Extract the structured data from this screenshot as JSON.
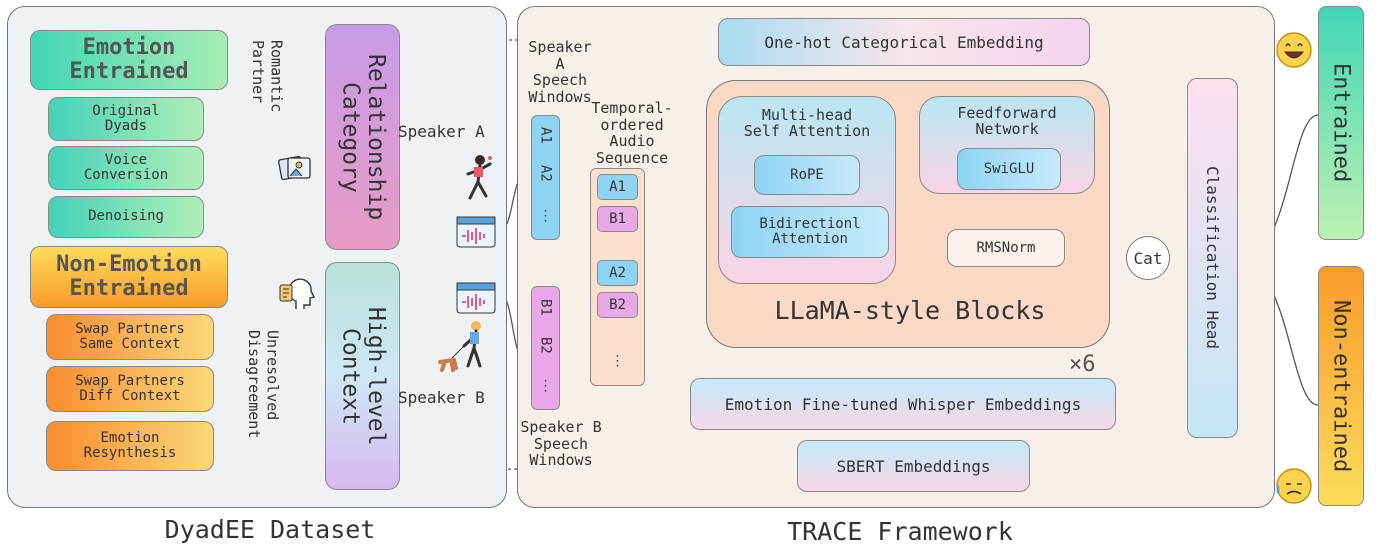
{
  "dataset": {
    "title": "DyadEE Dataset",
    "emotion_entrained": "Emotion\nEntrained",
    "entrained_items": [
      "Original\nDyads",
      "Voice\nConversion",
      "Denoising"
    ],
    "non_emotion_entrained": "Non-Emotion\nEntrained",
    "non_entrained_items": [
      "Swap Partners\nSame Context",
      "Swap Partners\nDiff Context",
      "Emotion\nResynthesis"
    ],
    "romantic_partner": "Romantic\nPartner",
    "unresolved_disagreement": "Unresolved\nDisagreement",
    "relationship_category": "Relationship\nCategory",
    "high_level_context": "High-level\nContext",
    "speaker_a": "Speaker A",
    "speaker_b": "Speaker B"
  },
  "framework": {
    "title": "TRACE Framework",
    "one_hot": "One-hot Categorical Embedding",
    "speaker_a_windows": "Speaker A\nSpeech\nWindows",
    "speaker_b_windows": "Speaker B\nSpeech\nWindows",
    "temporal_sequence": "Temporal-\nordered\nAudio\nSequence",
    "a_windows": [
      "A1",
      "A2",
      "⋮"
    ],
    "b_windows": [
      "B1",
      "B2",
      "⋮"
    ],
    "sequence": [
      "A1",
      "B1",
      "A2",
      "B2",
      "⋮"
    ],
    "mhsa": "Multi-head\nSelf Attention",
    "rope": "RoPE",
    "bidir": "Bidirectionl\nAttention",
    "ffn": "Feedforward\nNetwork",
    "swiglu": "SwiGLU",
    "rmsnorm": "RMSNorm",
    "llama_blocks": "LLaMA-style Blocks",
    "repeat": "×6",
    "whisper": "Emotion Fine-tuned Whisper Embeddings",
    "sbert": "SBERT Embeddings",
    "cat": "Cat",
    "classification_head": "Classification Head"
  },
  "outputs": {
    "entrained": "Entrained",
    "non_entrained": "Non-entrained"
  },
  "icons": [
    "photo-album-icon",
    "head-speaking-icon",
    "dancing-person-icon",
    "audio-window-icon",
    "audio-window-icon",
    "dog-walker-icon",
    "happy-emoji-icon",
    "sad-emoji-icon"
  ]
}
